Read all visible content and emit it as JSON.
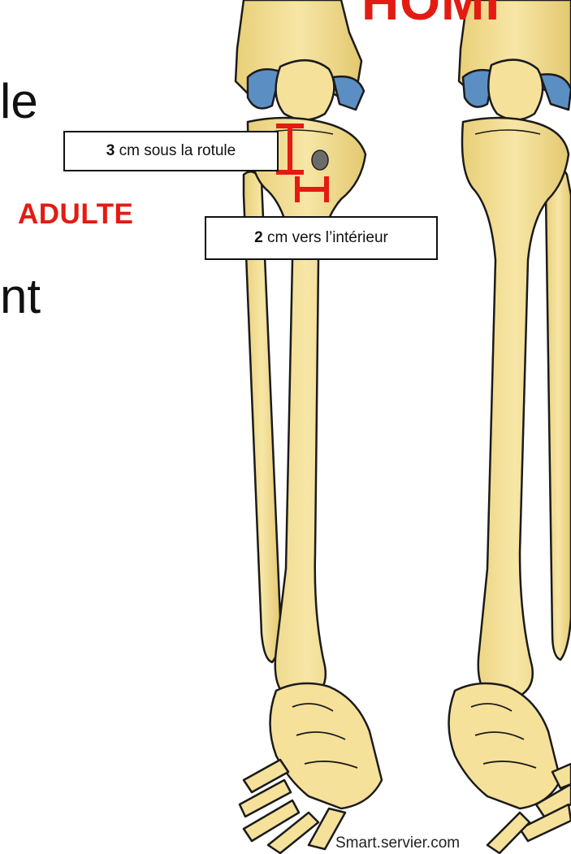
{
  "slide": {
    "fragment_top_right": "HOMI",
    "fragment_line1": "le",
    "fragment_line2": "nt",
    "adulte_label": "ADULTE"
  },
  "callouts": {
    "below_patella": {
      "value": "3",
      "text": " cm sous la rotule"
    },
    "inward": {
      "value": "2",
      "text": " cm vers l’intérieur"
    }
  },
  "credit": "Smart.servier.com",
  "colors": {
    "bone": "#f5e19a",
    "bone_outline": "#1b1b1b",
    "cartilage": "#5b8fc4",
    "marker_red": "#e31b12",
    "injection_point": "#6b6b6b"
  }
}
